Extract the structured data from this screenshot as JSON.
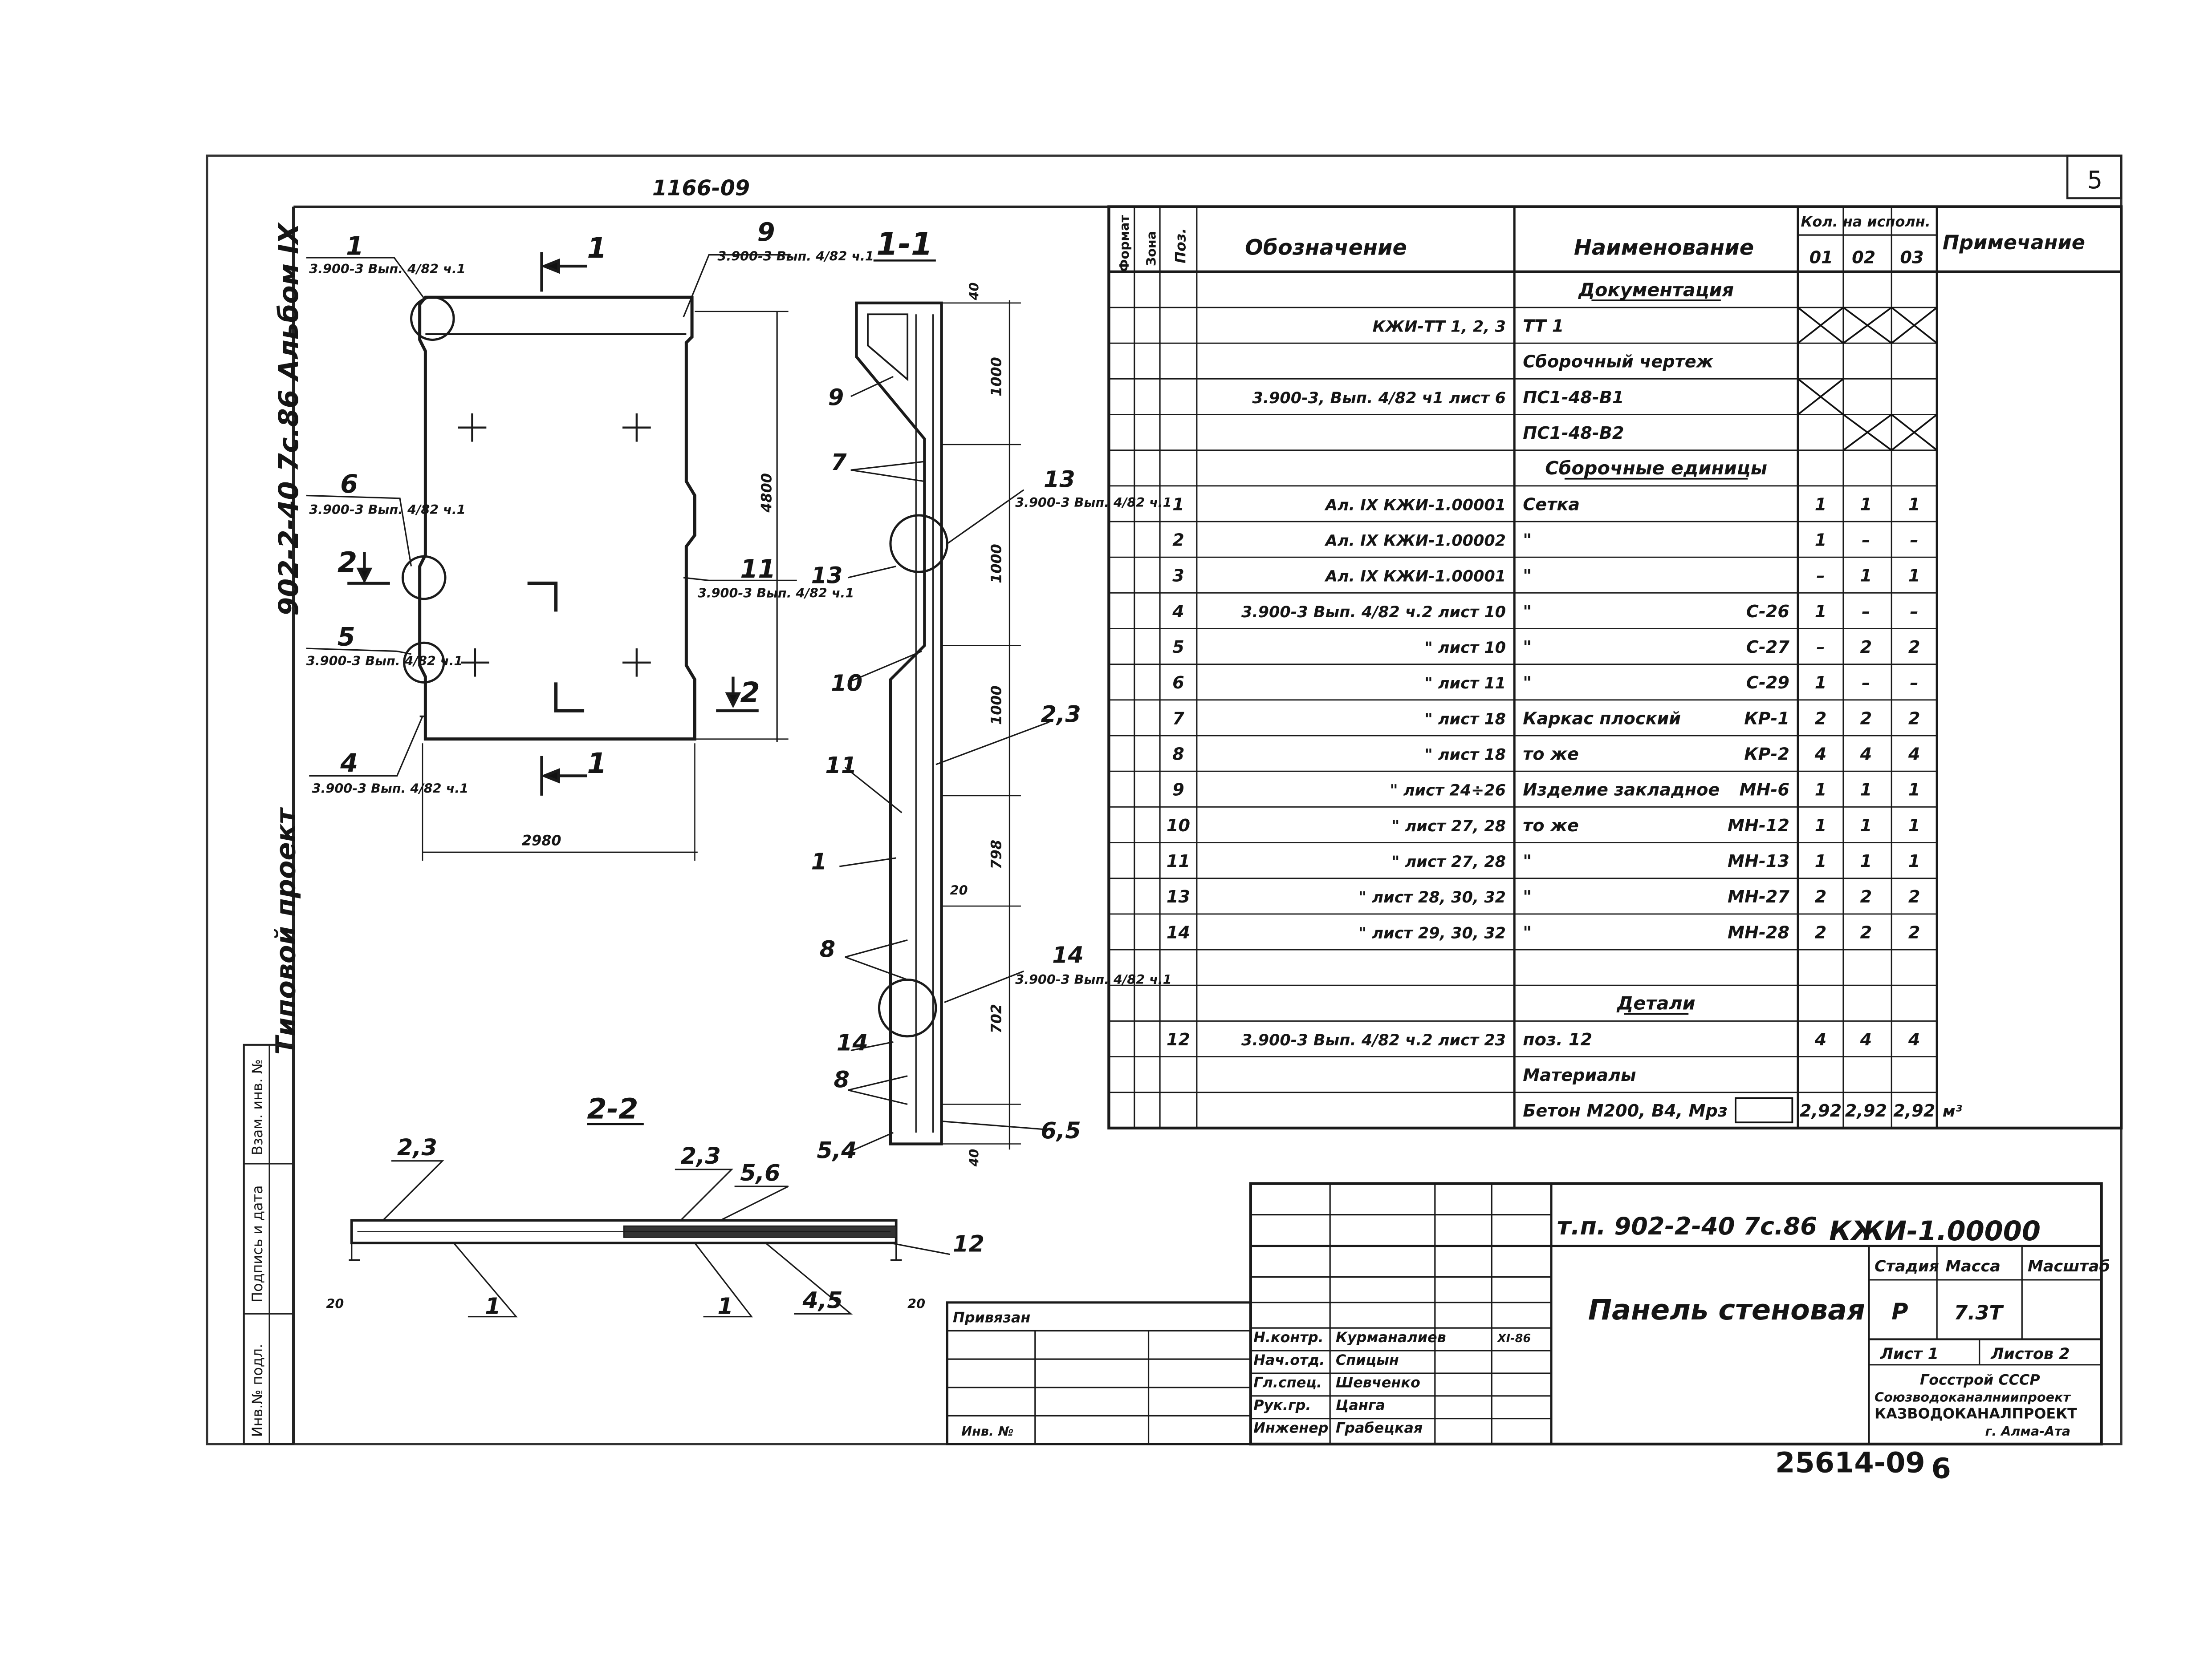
{
  "sheet_number": "5",
  "top_code": "1166-09",
  "vertical_left": {
    "project_code": "902-2-40 7с.86 Альбом IX",
    "project_type": "Типовой проект"
  },
  "left_stamp": [
    "Инв.№ подл.",
    "Подпись и дата",
    "Взам. инв. №"
  ],
  "elevation": {
    "callouts": [
      {
        "num": "1",
        "ref": "3.900-3 Вып. 4/82 ч.1"
      },
      {
        "num": "9",
        "ref": "3.900-3 Вып. 4/82 ч.1"
      },
      {
        "num": "6",
        "ref": "3.900-3 Вып. 4/82 ч.1"
      },
      {
        "num": "11",
        "ref": "3.900-3 Вып. 4/82 ч.1"
      },
      {
        "num": "5",
        "ref": "3.900-3 Вып. 4/82 ч.1"
      },
      {
        "num": "4",
        "ref": "3.900-3 Вып. 4/82 ч.1"
      }
    ],
    "section_marks": {
      "s1_top": "1",
      "s1_bottom": "1",
      "s2_left": "2",
      "s2_right": "2"
    },
    "dims": {
      "height": "4800",
      "width": "2980"
    }
  },
  "section_1": {
    "title": "1-1",
    "dims": [
      "1000",
      "1000",
      "1000",
      "798",
      "702",
      "40",
      "40",
      "20"
    ],
    "callouts": [
      "9",
      "7",
      "13",
      "13",
      "10",
      "2,3",
      "11",
      "1",
      "8",
      "14",
      "14",
      "8",
      "5,4",
      "6,5"
    ],
    "refs": [
      {
        "num": "13",
        "ref": "3.900-3 Вып. 4/82 ч.1"
      },
      {
        "num": "14",
        "ref": "3.900-3 Вып. 4/82 ч.1"
      }
    ]
  },
  "section_2": {
    "title": "2-2",
    "callouts": [
      "2,3",
      "2,3",
      "5,6",
      "12",
      "1",
      "1",
      "4,5"
    ],
    "dims": [
      "20",
      "20"
    ]
  },
  "spec_table": {
    "headers": {
      "format": "Формат",
      "zone": "Зона",
      "pos": "Поз.",
      "designation": "Обозначение",
      "name": "Наименование",
      "qty": "Кол. на исполн.",
      "qty_cols": [
        "01",
        "02",
        "03"
      ],
      "note": "Примечание"
    },
    "rows": [
      {
        "pos": "",
        "des": "",
        "name": "Документация",
        "name2": "",
        "q1": "",
        "q2": "",
        "q3": "",
        "note": "",
        "heading": true,
        "x": [
          false,
          false,
          false
        ]
      },
      {
        "pos": "",
        "des": "КЖИ-ТТ 1, 2, 3",
        "name": "ТТ 1",
        "name2": "",
        "q1": "",
        "q2": "",
        "q3": "",
        "note": "",
        "heading": false,
        "x": [
          true,
          true,
          true
        ]
      },
      {
        "pos": "",
        "des": "",
        "name": "Сборочный чертеж",
        "name2": "",
        "q1": "",
        "q2": "",
        "q3": "",
        "note": "",
        "heading": false,
        "x": [
          false,
          false,
          false
        ]
      },
      {
        "pos": "",
        "des": "3.900-3, Вып. 4/82 ч1 лист 6",
        "name": "ПС1-48-В1",
        "name2": "",
        "q1": "",
        "q2": "",
        "q3": "",
        "note": "",
        "heading": false,
        "x": [
          true,
          false,
          false
        ]
      },
      {
        "pos": "",
        "des": "",
        "name": "ПС1-48-В2",
        "name2": "",
        "q1": "",
        "q2": "",
        "q3": "",
        "note": "",
        "heading": false,
        "x": [
          false,
          true,
          true
        ]
      },
      {
        "pos": "",
        "des": "",
        "name": "Сборочные единицы",
        "name2": "",
        "q1": "",
        "q2": "",
        "q3": "",
        "note": "",
        "heading": true,
        "x": [
          false,
          false,
          false
        ]
      },
      {
        "pos": "1",
        "des": "Ал. IX КЖИ-1.00001",
        "name": "Сетка",
        "name2": "",
        "q1": "1",
        "q2": "1",
        "q3": "1",
        "note": "",
        "heading": false,
        "x": [
          false,
          false,
          false
        ]
      },
      {
        "pos": "2",
        "des": "Ал. IX КЖИ-1.00002",
        "name": "\"",
        "name2": "",
        "q1": "1",
        "q2": "–",
        "q3": "–",
        "note": "",
        "heading": false,
        "x": [
          false,
          false,
          false
        ]
      },
      {
        "pos": "3",
        "des": "Ал. IX КЖИ-1.00001",
        "name": "\"",
        "name2": "",
        "q1": "–",
        "q2": "1",
        "q3": "1",
        "note": "",
        "heading": false,
        "x": [
          false,
          false,
          false
        ]
      },
      {
        "pos": "4",
        "des": "3.900-3 Вып. 4/82 ч.2 лист 10",
        "name": "\"",
        "name2": "С-26",
        "q1": "1",
        "q2": "–",
        "q3": "–",
        "note": "",
        "heading": false,
        "x": [
          false,
          false,
          false
        ]
      },
      {
        "pos": "5",
        "des": "\" лист 10",
        "name": "\"",
        "name2": "С-27",
        "q1": "–",
        "q2": "2",
        "q3": "2",
        "note": "",
        "heading": false,
        "x": [
          false,
          false,
          false
        ]
      },
      {
        "pos": "6",
        "des": "\" лист 11",
        "name": "\"",
        "name2": "С-29",
        "q1": "1",
        "q2": "–",
        "q3": "–",
        "note": "",
        "heading": false,
        "x": [
          false,
          false,
          false
        ]
      },
      {
        "pos": "7",
        "des": "\" лист 18",
        "name": "Каркас плоский",
        "name2": "КР-1",
        "q1": "2",
        "q2": "2",
        "q3": "2",
        "note": "",
        "heading": false,
        "x": [
          false,
          false,
          false
        ]
      },
      {
        "pos": "8",
        "des": "\" лист 18",
        "name": "то же",
        "name2": "КР-2",
        "q1": "4",
        "q2": "4",
        "q3": "4",
        "note": "",
        "heading": false,
        "x": [
          false,
          false,
          false
        ]
      },
      {
        "pos": "9",
        "des": "\" лист 24÷26",
        "name": "Изделие закладное",
        "name2": "МН-6",
        "q1": "1",
        "q2": "1",
        "q3": "1",
        "note": "",
        "heading": false,
        "x": [
          false,
          false,
          false
        ]
      },
      {
        "pos": "10",
        "des": "\" лист 27, 28",
        "name": "то же",
        "name2": "МН-12",
        "q1": "1",
        "q2": "1",
        "q3": "1",
        "note": "",
        "heading": false,
        "x": [
          false,
          false,
          false
        ]
      },
      {
        "pos": "11",
        "des": "\" лист 27, 28",
        "name": "\"",
        "name2": "МН-13",
        "q1": "1",
        "q2": "1",
        "q3": "1",
        "note": "",
        "heading": false,
        "x": [
          false,
          false,
          false
        ]
      },
      {
        "pos": "13",
        "des": "\" лист 28, 30, 32",
        "name": "\"",
        "name2": "МН-27",
        "q1": "2",
        "q2": "2",
        "q3": "2",
        "note": "",
        "heading": false,
        "x": [
          false,
          false,
          false
        ]
      },
      {
        "pos": "14",
        "des": "\" лист 29, 30, 32",
        "name": "\"",
        "name2": "МН-28",
        "q1": "2",
        "q2": "2",
        "q3": "2",
        "note": "",
        "heading": false,
        "x": [
          false,
          false,
          false
        ]
      },
      {
        "pos": "",
        "des": "",
        "name": "",
        "name2": "",
        "q1": "",
        "q2": "",
        "q3": "",
        "note": "",
        "heading": false,
        "x": [
          false,
          false,
          false
        ]
      },
      {
        "pos": "",
        "des": "",
        "name": "Детали",
        "name2": "",
        "q1": "",
        "q2": "",
        "q3": "",
        "note": "",
        "heading": true,
        "x": [
          false,
          false,
          false
        ]
      },
      {
        "pos": "12",
        "des": "3.900-3 Вып. 4/82 ч.2 лист 23",
        "name": "поз. 12",
        "name2": "",
        "q1": "4",
        "q2": "4",
        "q3": "4",
        "note": "",
        "heading": false,
        "x": [
          false,
          false,
          false
        ]
      },
      {
        "pos": "",
        "des": "",
        "name": "Материалы",
        "name2": "",
        "q1": "",
        "q2": "",
        "q3": "",
        "note": "",
        "heading": false,
        "x": [
          false,
          false,
          false
        ]
      },
      {
        "pos": "",
        "des": "",
        "name": "Бетон М200, В4, Мрз",
        "name2": "",
        "q1": "2,92",
        "q2": "2,92",
        "q3": "2,92",
        "note": "м³",
        "heading": false,
        "x": [
          false,
          false,
          false
        ]
      }
    ]
  },
  "title_block": {
    "project": "т.п. 902-2-40 7с.86",
    "code": "КЖИ-1.00000",
    "title": "Панель стеновая",
    "stage_label": "Стадия",
    "stage": "Р",
    "mass_label": "Масса",
    "mass": "7.3Т",
    "scale_label": "Масштаб",
    "sheet_label": "Лист 1",
    "sheets_label": "Листов 2",
    "org": [
      "Госстрой СССР",
      "Союзводоканалниипроект",
      "КАЗВОДОКАНАЛПРОЕКТ",
      "г. Алма-Ата"
    ],
    "bound": "Привязан",
    "inv": "Инв. №",
    "roles": [
      {
        "role": "Н.контр.",
        "name": "Курманалиев"
      },
      {
        "role": "Нач.отд.",
        "name": "Спицын"
      },
      {
        "role": "Гл.спец.",
        "name": "Шевченко"
      },
      {
        "role": "Рук.гр.",
        "name": "Цанга"
      },
      {
        "role": "Инженер",
        "name": "Грабецкая"
      }
    ],
    "date": "XI-86"
  },
  "bottom_code": "25614-09",
  "bottom_num": "6"
}
